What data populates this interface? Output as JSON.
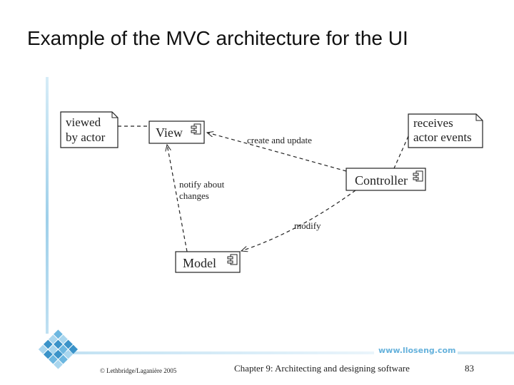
{
  "slide": {
    "title": "Example of the MVC architecture for the UI",
    "url": "www.lloseng.com"
  },
  "diagram": {
    "notes": {
      "viewed_by_actor": [
        "viewed",
        "by actor"
      ],
      "receives_actor_events": [
        "receives",
        "actor events"
      ]
    },
    "components": {
      "view": "View",
      "controller": "Controller",
      "model": "Model"
    },
    "edges": {
      "create_and_update": "create and update",
      "notify_about_changes": [
        "notify about",
        "changes"
      ],
      "modify": "modify"
    }
  },
  "footer": {
    "copyright": "© Lethbridge/Laganière 2005",
    "chapter": "Chapter 9: Architecting and designing software",
    "page": "83"
  },
  "colors": {
    "accent": "#66b2dc",
    "logo_dark": "#3a93c9",
    "logo_light": "#a9d6ee"
  }
}
